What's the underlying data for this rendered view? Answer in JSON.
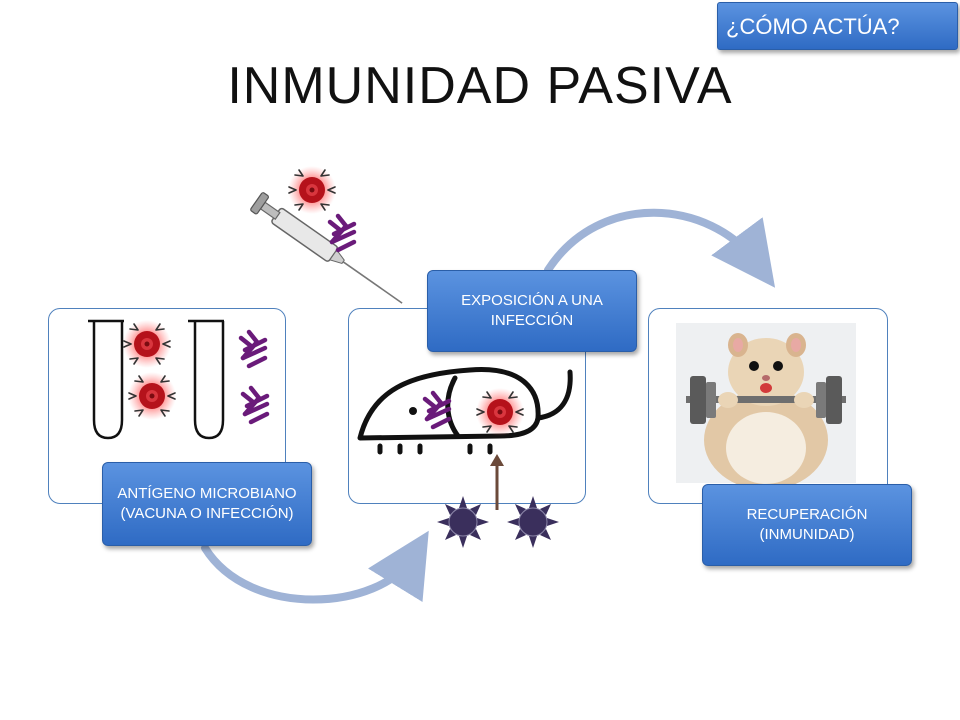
{
  "header": {
    "title": "INMUNIDAD PASIVA",
    "corner_button": "¿CÓMO ACTÚA?"
  },
  "steps": [
    {
      "label": "ANTÍGENO MICROBIANO (VACUNA O INFECCIÓN)"
    },
    {
      "label": "EXPOSICIÓN A UNA INFECCIÓN"
    },
    {
      "label": "RECUPERACIÓN (INMUNIDAD)"
    }
  ],
  "icons": {
    "virus": "virus-icon",
    "antibody": "antibody-icon",
    "syringe": "syringe-icon",
    "test_tube": "test-tube-icon",
    "mouse": "mouse-icon",
    "sun_cell": "immune-cell-icon",
    "hamster": "hamster-photo",
    "arrow": "curved-arrow-icon"
  },
  "colors": {
    "label_blue": "#3a78d0",
    "panel_border": "#4f81bd",
    "virus_red": "#c8102e",
    "antibody_purple": "#6a1b7a",
    "immune_cell": "#3a2f5c",
    "arrow_blue": "#9fb3d6"
  }
}
